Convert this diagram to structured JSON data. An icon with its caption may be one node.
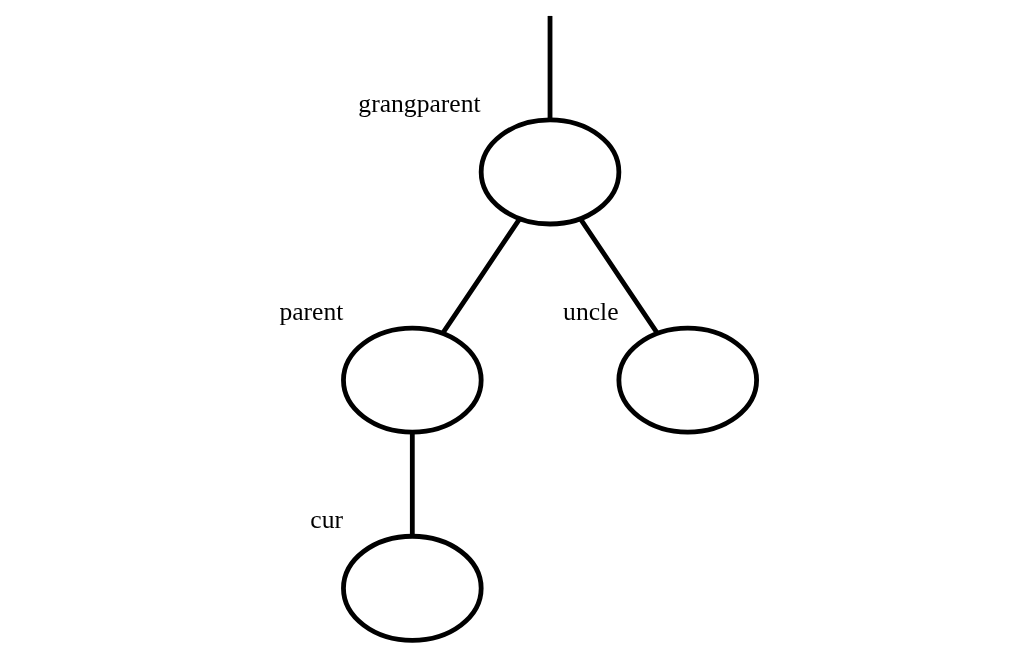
{
  "diagram": {
    "nodes": [
      {
        "text": [],
        "shape": "circle",
        "beside": [
          "grangparent"
        ]
      },
      {
        "text": [],
        "shape": "circle",
        "beside": [
          "parent"
        ]
      },
      {
        "text": [],
        "shape": "circle",
        "beside": [
          "uncle"
        ]
      },
      {
        "text": [],
        "shape": "circle",
        "beside": [
          "cur"
        ]
      }
    ],
    "edges": [
      {
        "from": null,
        "to": 0,
        "arrow": "none"
      },
      {
        "from": 0,
        "to": 1,
        "arrow": "none"
      },
      {
        "from": 0,
        "to": 2,
        "arrow": "none"
      },
      {
        "from": 1,
        "to": 3,
        "arrow": "none"
      }
    ]
  }
}
